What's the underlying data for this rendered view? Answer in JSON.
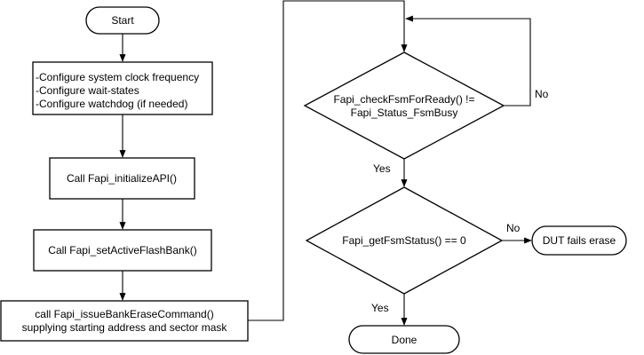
{
  "diagram": {
    "start": "Start",
    "configure": {
      "line1": "-Configure system clock frequency",
      "line2": "-Configure wait-states",
      "line3": "-Configure watchdog (if needed)"
    },
    "init_api": "Call Fapi_initializeAPI()",
    "set_bank": "Call Fapi_setActiveFlashBank()",
    "erase_cmd": {
      "line1": "call Fapi_issueBankEraseCommand()",
      "line2": "supplying starting address and sector mask"
    },
    "check_ready": {
      "line1": "Fapi_checkFsmForReady() !=",
      "line2": "Fapi_Status_FsmBusy"
    },
    "get_status": "Fapi_getFsmStatus() == 0",
    "fails": "DUT fails erase",
    "done": "Done",
    "edge_labels": {
      "no_loop": "No",
      "yes_ready": "Yes",
      "no_fail": "No",
      "yes_done": "Yes"
    }
  }
}
